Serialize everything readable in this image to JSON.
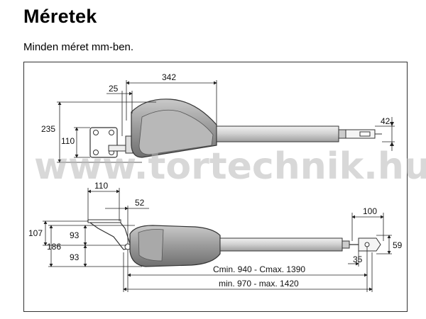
{
  "page": {
    "title": "Méretek",
    "subtitle": "Minden méret mm-ben."
  },
  "watermark": "www.tortechnik.hu",
  "top_view": {
    "dims": {
      "overall_342": "342",
      "offset_25": "25",
      "height_235": "235",
      "height_110": "110",
      "rod_end_42": "42"
    }
  },
  "side_view": {
    "dims": {
      "bracket_110": "110",
      "offset_52": "52",
      "h_107": "107",
      "h_186": "186",
      "h_93_upper": "93",
      "h_93_lower": "93",
      "rod_end_100": "100",
      "rod_end_59": "59",
      "rod_end_35": "35",
      "c_range": "Cmin. 940 - Cmax. 1390",
      "total_range": "min. 970 - max. 1420"
    }
  },
  "colors": {
    "housing": "#8c8c8c",
    "housing_light": "#b5b5b5",
    "rod": "#d9d9d9",
    "line": "#222222"
  }
}
